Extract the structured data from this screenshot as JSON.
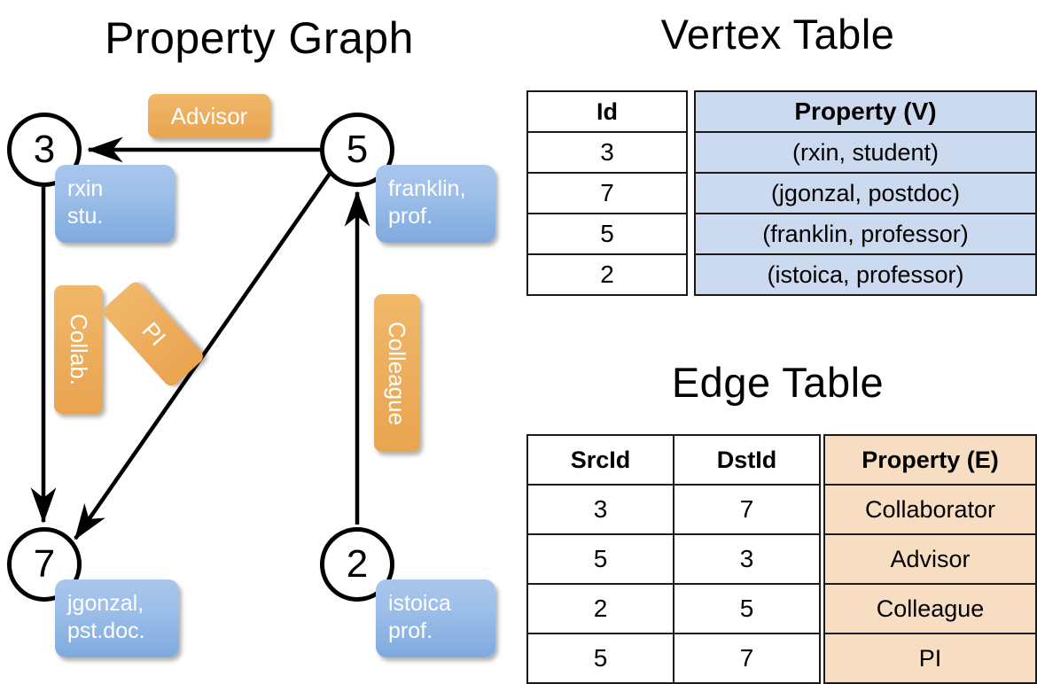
{
  "titles": {
    "property_graph": "Property Graph",
    "vertex_table": "Vertex Table",
    "edge_table": "Edge Table"
  },
  "colors": {
    "vertex_property_fill": "#ccdaef",
    "edge_property_fill": "#f7ddc1",
    "node_box_blue": "#9ec0ea",
    "edge_label_orange": "#eeb263",
    "stroke": "#000000"
  },
  "graph": {
    "nodes": [
      {
        "id": "3",
        "property_label": "rxin\nstu."
      },
      {
        "id": "5",
        "property_label": "franklin,\nprof."
      },
      {
        "id": "7",
        "property_label": "jgonzal,\npst.doc."
      },
      {
        "id": "2",
        "property_label": "istoica\nprof."
      }
    ],
    "node_labels": {
      "n3": "3",
      "n5": "5",
      "n7": "7",
      "n2": "2"
    },
    "property_boxes": {
      "rxin_line1": "rxin",
      "rxin_line2": "stu.",
      "franklin_line1": "franklin,",
      "franklin_line2": "prof.",
      "jgonzal_line1": "jgonzal,",
      "jgonzal_line2": "pst.doc.",
      "istoica_line1": "istoica",
      "istoica_line2": "prof."
    },
    "edge_labels": {
      "advisor": "Advisor",
      "collab": "Collab.",
      "pi": "PI",
      "colleague": "Colleague"
    },
    "edges": [
      {
        "from": "5",
        "to": "3",
        "label": "Advisor"
      },
      {
        "from": "3",
        "to": "7",
        "label": "Collab."
      },
      {
        "from": "5",
        "to": "7",
        "label": "PI"
      },
      {
        "from": "2",
        "to": "5",
        "label": "Colleague"
      }
    ]
  },
  "vertex_table": {
    "headers": {
      "id": "Id",
      "property": "Property (V)"
    },
    "rows": [
      {
        "id": "3",
        "property": "(rxin, student)"
      },
      {
        "id": "7",
        "property": "(jgonzal, postdoc)"
      },
      {
        "id": "5",
        "property": "(franklin, professor)"
      },
      {
        "id": "2",
        "property": "(istoica, professor)"
      }
    ]
  },
  "edge_table": {
    "headers": {
      "src": "SrcId",
      "dst": "DstId",
      "property": "Property (E)"
    },
    "rows": [
      {
        "src": "3",
        "dst": "7",
        "property": "Collaborator"
      },
      {
        "src": "5",
        "dst": "3",
        "property": "Advisor"
      },
      {
        "src": "2",
        "dst": "5",
        "property": "Colleague"
      },
      {
        "src": "5",
        "dst": "7",
        "property": "PI"
      }
    ]
  }
}
